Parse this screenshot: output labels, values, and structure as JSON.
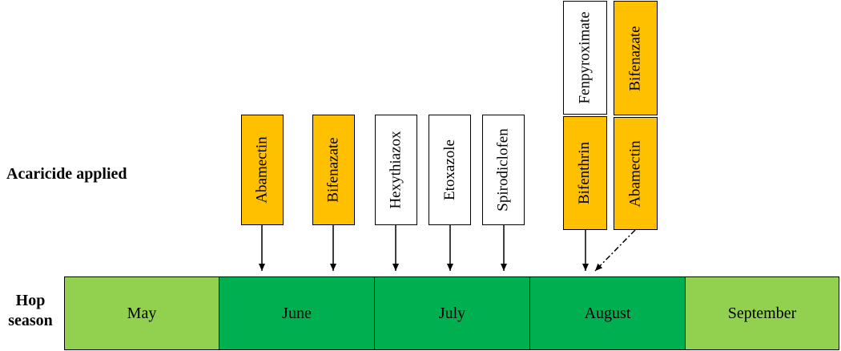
{
  "labels": {
    "acaricide": "Acaricide applied",
    "hop_line1": "Hop",
    "hop_line2": "season"
  },
  "colors": {
    "orange": "#FFC000",
    "white": "#FFFFFF",
    "light_green": "#92D050",
    "dark_green": "#00B050"
  },
  "acaricides": [
    {
      "name": "Abamectin",
      "fill": "orange"
    },
    {
      "name": "Bifenazate",
      "fill": "orange"
    },
    {
      "name": "Hexythiazox",
      "fill": "white"
    },
    {
      "name": "Etoxazole",
      "fill": "white"
    },
    {
      "name": "Spirodiclofen",
      "fill": "white"
    },
    {
      "name": "Fenpyroximate",
      "fill": "white"
    },
    {
      "name": "Bifenthrin",
      "fill": "orange"
    },
    {
      "name": "Bifenazate",
      "fill": "orange"
    },
    {
      "name": "Abamectin",
      "fill": "orange"
    }
  ],
  "months": [
    {
      "name": "May",
      "fill": "light_green"
    },
    {
      "name": "June",
      "fill": "dark_green"
    },
    {
      "name": "July",
      "fill": "dark_green"
    },
    {
      "name": "August",
      "fill": "dark_green"
    },
    {
      "name": "September",
      "fill": "light_green"
    }
  ]
}
